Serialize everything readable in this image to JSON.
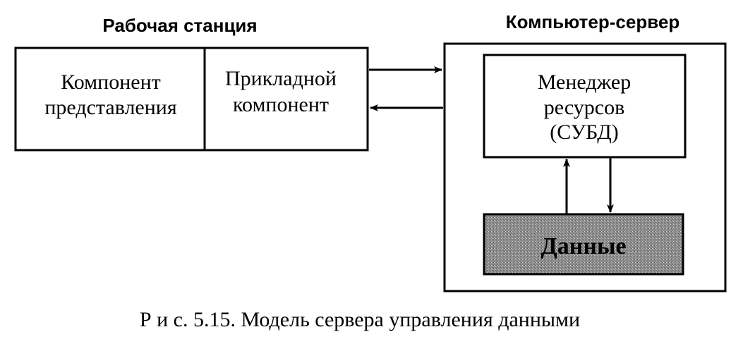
{
  "diagram": {
    "headings": {
      "workstation": "Рабочая станция",
      "server": "Компьютер-сервер"
    },
    "workstation": {
      "presentation_component": [
        "Компонент",
        "представления"
      ],
      "application_component": [
        "Прикладной",
        "компонент"
      ]
    },
    "server": {
      "resource_manager": [
        "Менеджер",
        "ресурсов",
        "(СУБД)"
      ],
      "data_store": "Данные"
    },
    "caption": "Р и с. 5.15. Модель сервера управления данными"
  }
}
